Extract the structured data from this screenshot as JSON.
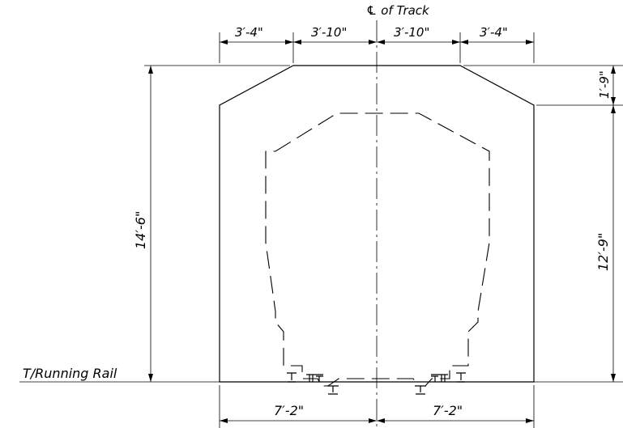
{
  "labels": {
    "centerline": "℄ of Track",
    "running_rail": "T/Running Rail"
  },
  "dimensions": {
    "top_left_outer": "3′-4\"",
    "top_left_inner": "3′-10\"",
    "top_right_inner": "3′-10\"",
    "top_right_outer": "3′-4\"",
    "total_height": "14′-6\"",
    "right_upper": "1′-9\"",
    "right_lower": "12′-9\"",
    "bottom_left": "7′-2\"",
    "bottom_right": "7′-2\""
  }
}
